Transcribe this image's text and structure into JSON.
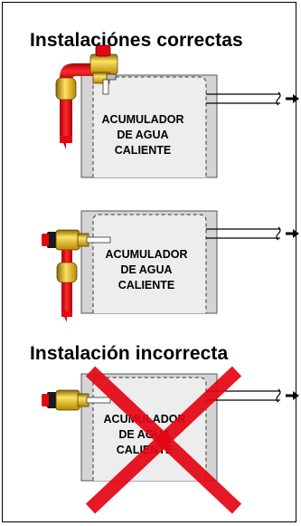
{
  "headings": {
    "correct": "Instalaciónes correctas",
    "incorrect": "Instalación incorrecta"
  },
  "tank_label": {
    "line1": "ACUMULADOR",
    "line2": "DE AGUA",
    "line3": "CALIENTE"
  },
  "colors": {
    "tank_fill": "#d4d4d4",
    "tank_inner": "#ededed",
    "pipe_red": "#e30613",
    "valve_yellow": "#f2c200",
    "cross_red": "#e30613"
  }
}
